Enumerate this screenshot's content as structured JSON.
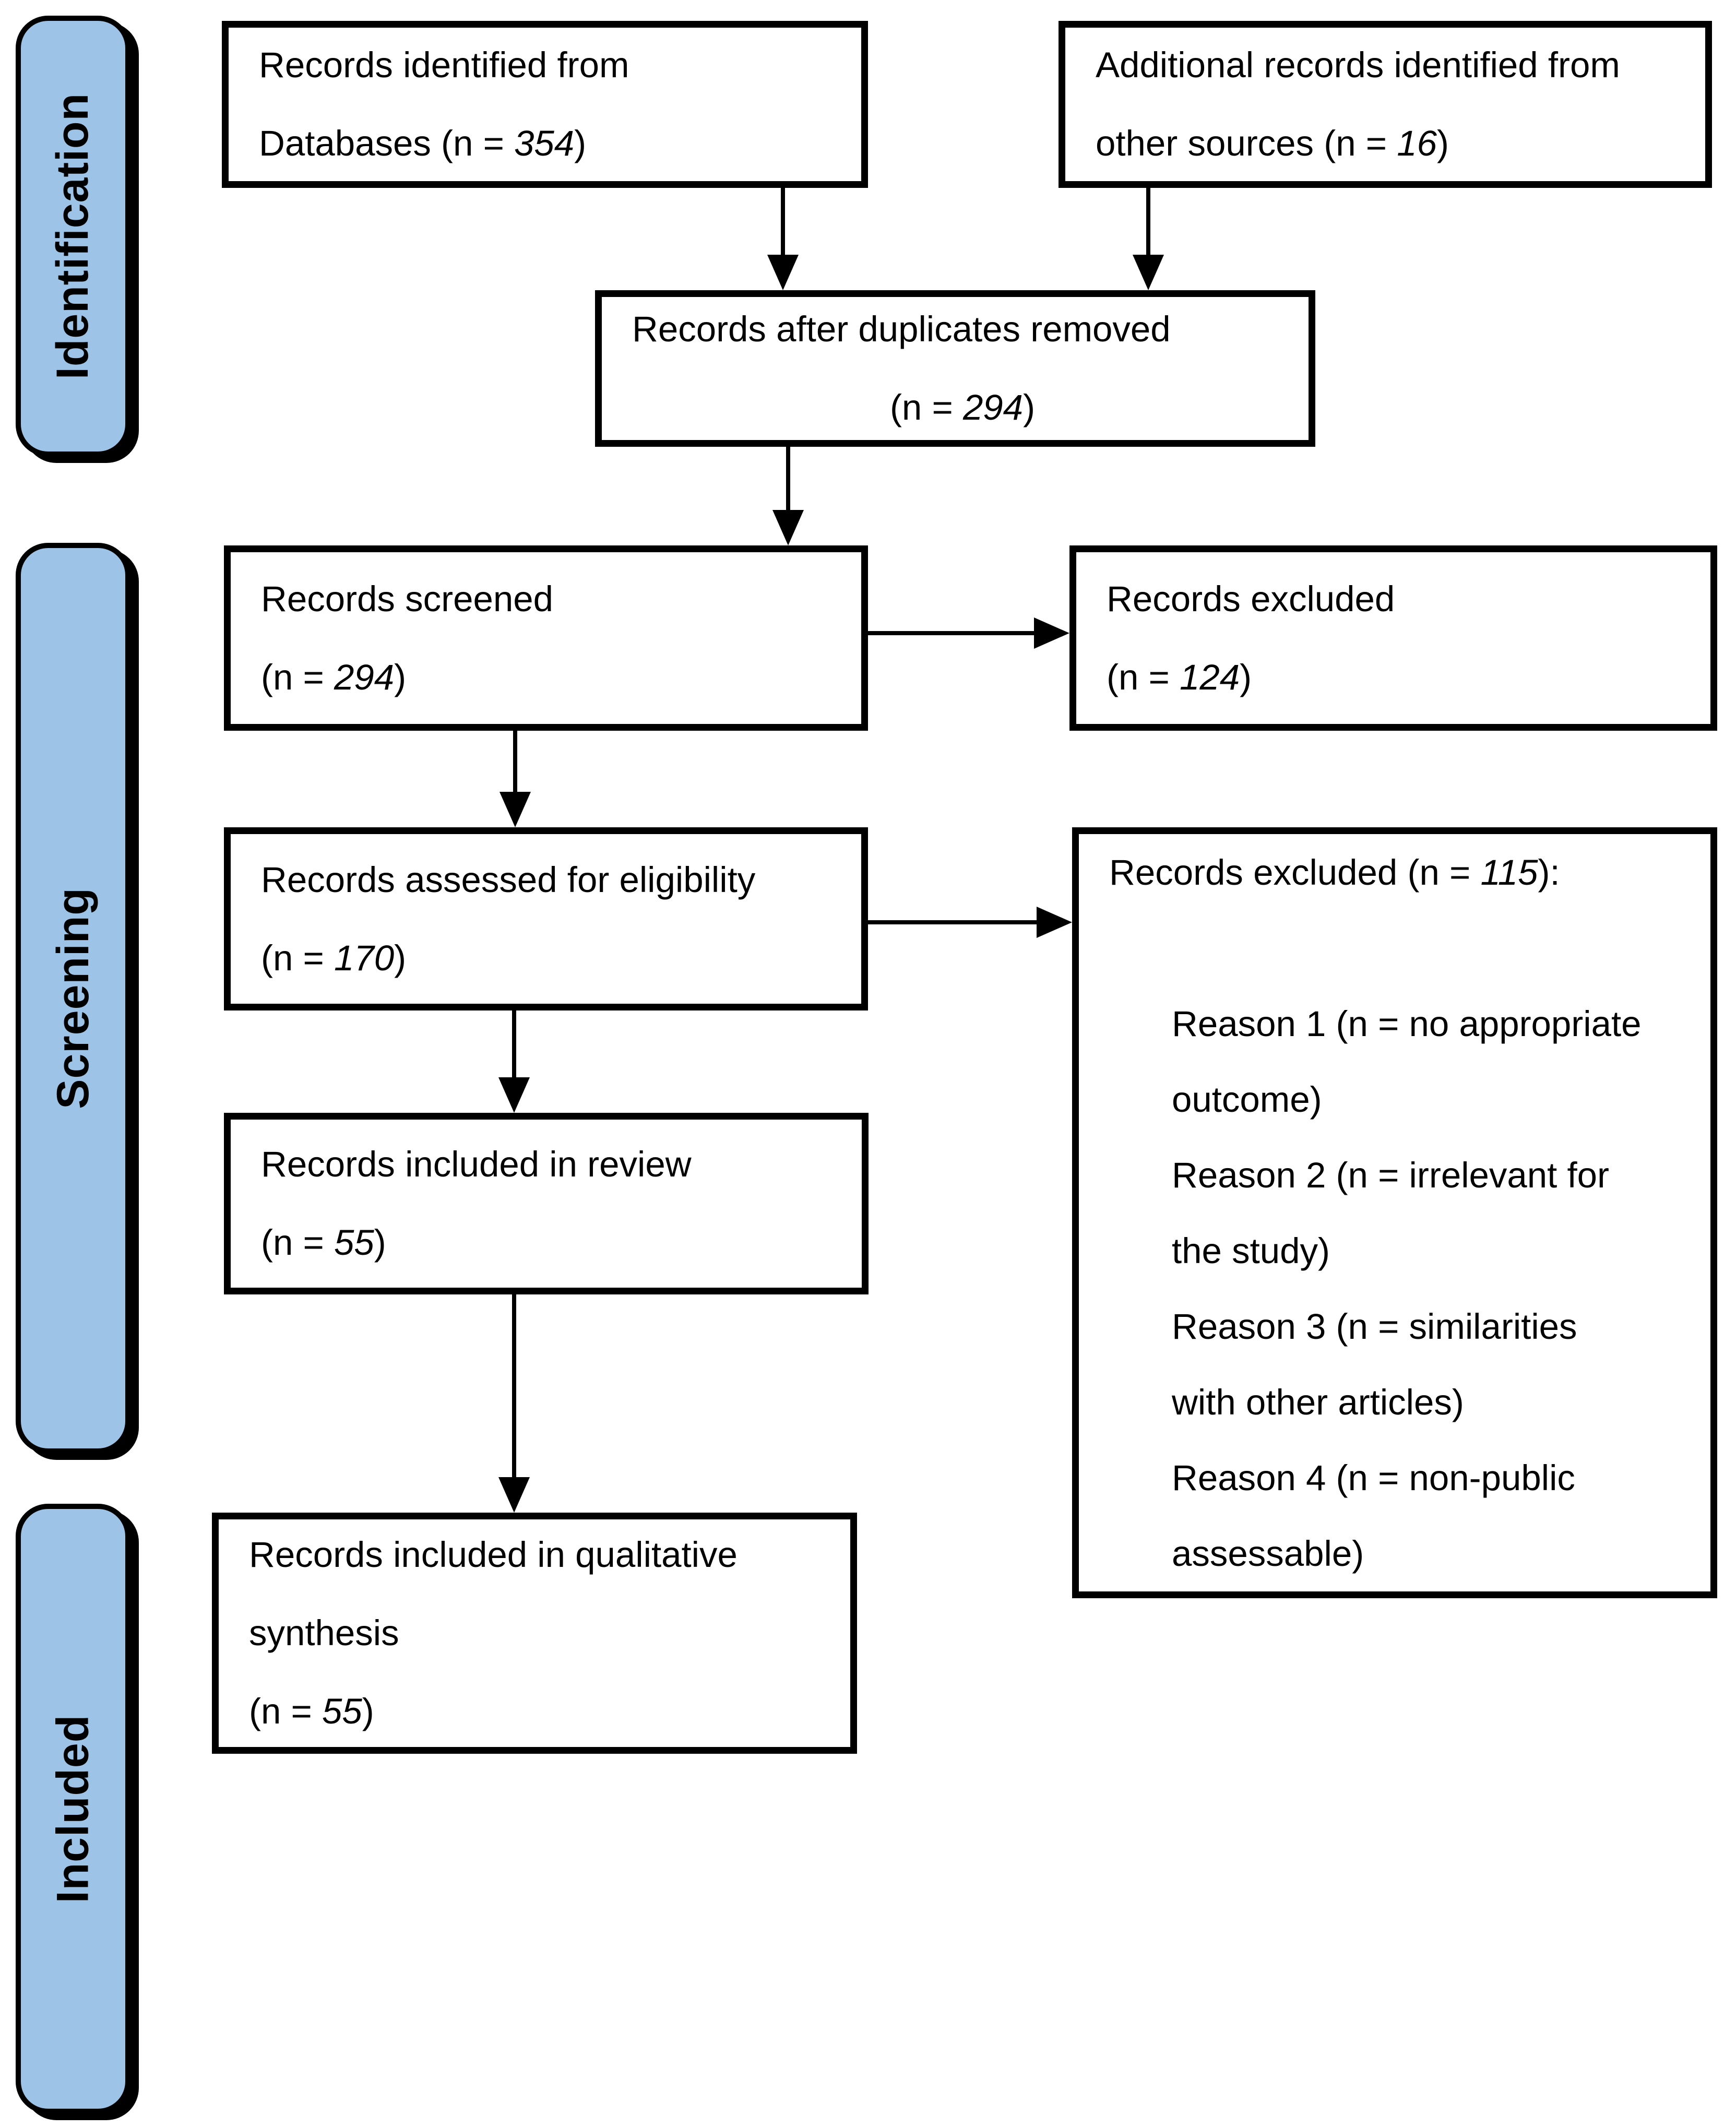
{
  "stages": {
    "identification": "Identification",
    "screening": "Screening",
    "included": "Included"
  },
  "boxes": {
    "records_identified": {
      "lines": [
        {
          "segs": [
            {
              "t": "Records identified from"
            }
          ]
        },
        {
          "segs": [
            {
              "t": "Databases (n = "
            },
            {
              "t": "354",
              "i": true
            },
            {
              "t": ")"
            }
          ]
        }
      ]
    },
    "additional_records": {
      "lines": [
        {
          "segs": [
            {
              "t": "Additional records identified from"
            }
          ]
        },
        {
          "segs": [
            {
              "t": "other sources (n = "
            },
            {
              "t": "16",
              "i": true
            },
            {
              "t": ")"
            }
          ]
        }
      ]
    },
    "duplicates_removed": {
      "lines": [
        {
          "segs": [
            {
              "t": "Records after duplicates removed"
            }
          ]
        },
        {
          "align": "center",
          "segs": [
            {
              "t": "(n = "
            },
            {
              "t": "294",
              "i": true
            },
            {
              "t": ")"
            }
          ]
        }
      ]
    },
    "records_screened": {
      "lines": [
        {
          "segs": [
            {
              "t": "Records screened"
            }
          ]
        },
        {
          "segs": [
            {
              "t": "(n = "
            },
            {
              "t": "294",
              "i": true
            },
            {
              "t": ")"
            }
          ]
        }
      ]
    },
    "records_excluded": {
      "lines": [
        {
          "segs": [
            {
              "t": "Records excluded"
            }
          ]
        },
        {
          "segs": [
            {
              "t": "(n = "
            },
            {
              "t": "124",
              "i": true
            },
            {
              "t": ")"
            }
          ]
        }
      ]
    },
    "records_assessed": {
      "lines": [
        {
          "segs": [
            {
              "t": "Records assessed for eligibility"
            }
          ]
        },
        {
          "segs": [
            {
              "t": "(n = "
            },
            {
              "t": "170",
              "i": true
            },
            {
              "t": ")"
            }
          ]
        }
      ]
    },
    "records_excluded_reasons": {
      "lines": [
        {
          "segs": [
            {
              "t": "Records excluded (n = "
            },
            {
              "t": "115",
              "i": true
            },
            {
              "t": "):"
            }
          ]
        },
        {
          "segs": []
        },
        {
          "indent": true,
          "segs": [
            {
              "t": "Reason 1 (n = no appropriate"
            }
          ]
        },
        {
          "indent": true,
          "segs": [
            {
              "t": "outcome)"
            }
          ]
        },
        {
          "indent": true,
          "segs": [
            {
              "t": "Reason 2 (n = irrelevant for"
            }
          ]
        },
        {
          "indent": true,
          "segs": [
            {
              "t": "the study)"
            }
          ]
        },
        {
          "indent": true,
          "segs": [
            {
              "t": "Reason 3 (n = similarities"
            }
          ]
        },
        {
          "indent": true,
          "segs": [
            {
              "t": "with other articles)"
            }
          ]
        },
        {
          "indent": true,
          "segs": [
            {
              "t": "Reason 4 (n = non-public"
            }
          ]
        },
        {
          "indent": true,
          "segs": [
            {
              "t": "assessable)"
            }
          ]
        }
      ]
    },
    "records_review": {
      "lines": [
        {
          "segs": [
            {
              "t": "Records included in review"
            }
          ]
        },
        {
          "segs": [
            {
              "t": "(n = "
            },
            {
              "t": "55",
              "i": true
            },
            {
              "t": ")"
            }
          ]
        }
      ]
    },
    "records_synthesis": {
      "lines": [
        {
          "segs": [
            {
              "t": "Records included in qualitative"
            }
          ]
        },
        {
          "segs": [
            {
              "t": "synthesis"
            }
          ]
        },
        {
          "segs": [
            {
              "t": "(n = "
            },
            {
              "t": "55",
              "i": true
            },
            {
              "t": ")"
            }
          ]
        }
      ]
    }
  },
  "colors": {
    "stage_fill": "#9DC3E6",
    "outline": "#000000",
    "box_fill": "#FFFFFF",
    "text": "#000000",
    "background": "#FFFFFF"
  }
}
